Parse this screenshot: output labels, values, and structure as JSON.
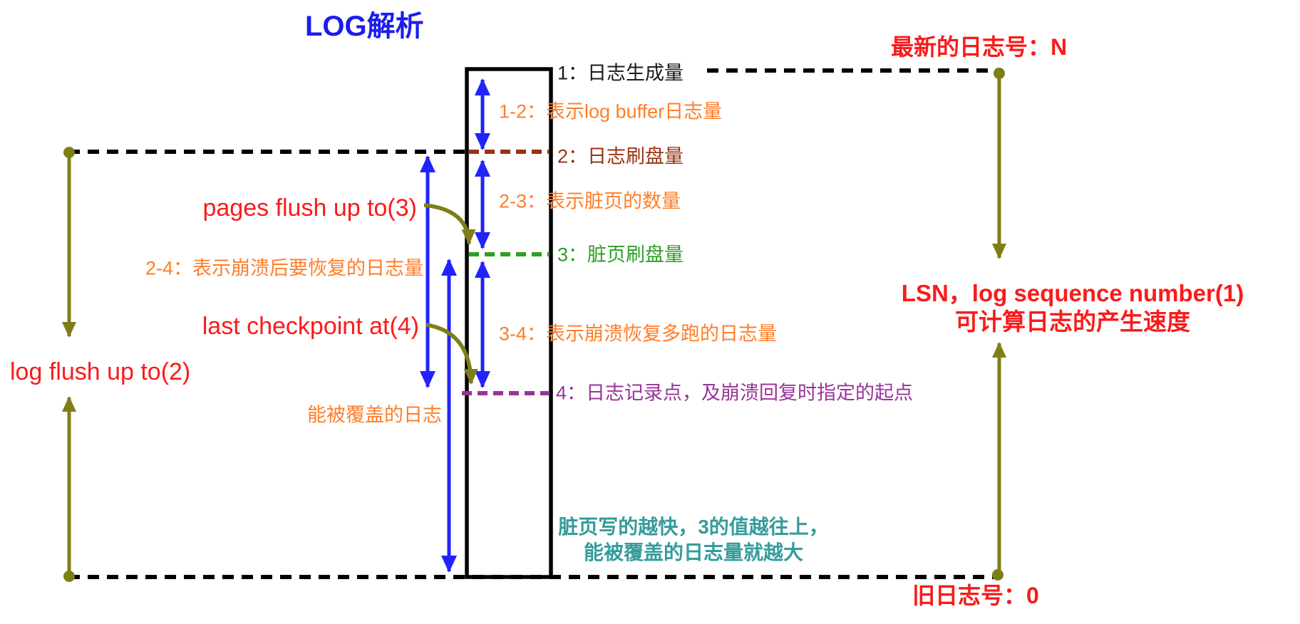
{
  "title": "LOG解析",
  "right_labels": {
    "l1": "1：日志生成量",
    "l12": "1-2：表示log buffer日志量",
    "l2": "2：日志刷盘量",
    "l23": "2-3：表示脏页的数量",
    "l3": "3：脏页刷盘量",
    "l34": "3-4：表示崩溃恢复多跑的日志量",
    "l4": "4：日志记录点，及崩溃回复时指定的起点"
  },
  "left_labels": {
    "pages_flush": "pages flush up to(3)",
    "l24": "2-4：表示崩溃后要恢复的日志量",
    "last_checkpoint": "last checkpoint at(4)",
    "log_flush": "log flush up to(2)",
    "coverable_log": "能被覆盖的日志"
  },
  "lsn_labels": {
    "newest": "最新的日志号：N",
    "lsn_line1": "LSN，log sequence number(1)",
    "lsn_line2": "可计算日志的产生速度",
    "oldest": "旧日志号：0"
  },
  "note": {
    "line1": "脏页写的越快，3的值越往上，",
    "line2": "能被覆盖的日志量就越大"
  },
  "colors": {
    "title_blue": "#1C1CEE",
    "arrow_blue": "#2222FC",
    "olive": "#7E7E17",
    "red": "#FB1A1A",
    "orange": "#FF7D28",
    "brown": "#993311",
    "green": "#2F9E24",
    "purple": "#993399",
    "teal": "#359C9C",
    "black": "#000000"
  }
}
